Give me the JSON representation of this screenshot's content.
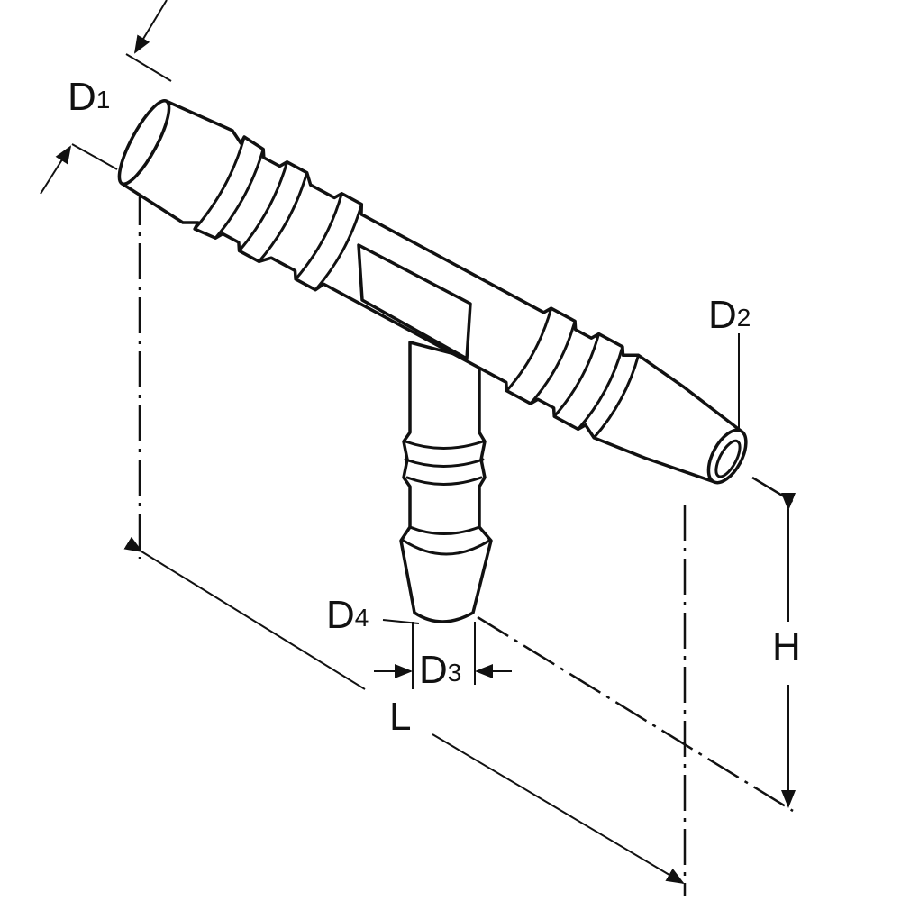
{
  "labels": {
    "d1": {
      "main": "D",
      "sub": "1"
    },
    "d2": {
      "main": "D",
      "sub": "2"
    },
    "d3": {
      "main": "D",
      "sub": "3"
    },
    "d4": {
      "main": "D",
      "sub": "4"
    },
    "h": "H",
    "l": "L"
  },
  "colors": {
    "line": "#111111",
    "background": "#ffffff"
  }
}
